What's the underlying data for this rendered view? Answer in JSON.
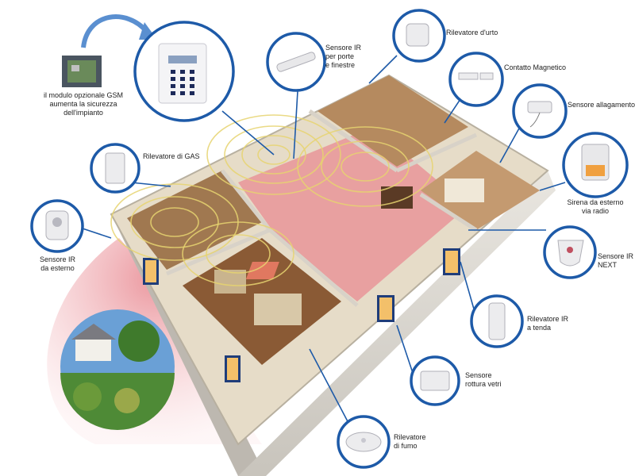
{
  "labels": {
    "gsm": [
      "il modulo opzionale GSM",
      "aumenta la sicurezza",
      "dell'impianto"
    ],
    "ir_porte": [
      "Sensore IR",
      "per porte",
      "e finestre"
    ],
    "urto": [
      "Rilevatore d'urto"
    ],
    "magnetico": [
      "Contatto Magnetico"
    ],
    "allagamento": [
      "Sensore allagamento"
    ],
    "sirena": [
      "Sirena da esterno",
      "via radio"
    ],
    "gas": [
      "Rilevatore di GAS"
    ],
    "ir_esterno": [
      "Sensore IR",
      "da esterno"
    ],
    "ir_next": [
      "Sensore IR",
      "NEXT"
    ],
    "tenda": [
      "Rilevatore IR",
      "a tenda"
    ],
    "vetri": [
      "Sensore",
      "rottura vetri"
    ],
    "fumo": [
      "Rilevatore",
      "di fumo"
    ]
  },
  "colors": {
    "bubble_border": "#1d5aa8",
    "wave": "#e6d370",
    "floor_red": "#e8a0a0",
    "pink_cone": "#f4c7cb",
    "wall": "#d9d6d0"
  },
  "icons": [
    "gsm-module-icon",
    "control-panel-icon",
    "ir-window-sensor-icon",
    "shock-detector-icon",
    "magnetic-contact-icon",
    "flood-sensor-icon",
    "siren-icon",
    "gas-detector-icon",
    "outdoor-ir-icon",
    "ir-next-icon",
    "curtain-ir-icon",
    "glass-break-icon",
    "smoke-detector-icon"
  ]
}
